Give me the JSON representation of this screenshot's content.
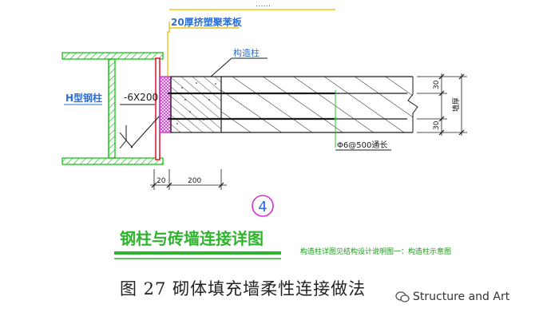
{
  "diagram": {
    "top_label_partial": "......",
    "insulation_label": "20厚挤塑聚苯板",
    "constructional_column_label": "构造柱",
    "h_steel_label": "H型钢柱",
    "plate_label": "-6X200",
    "rebar_label": "Φ6@500通长",
    "dim_gap": "20",
    "dim_width": "200",
    "dim_right_top": "30",
    "dim_right_bottom": "30",
    "dim_right_total": "墙厚",
    "detail_number": "4",
    "detail_title": "钢柱与砖墙连接详图",
    "detail_note": "构造柱详图见结构设计说明图一：构造柱示意图"
  },
  "caption": "图 27  砌体填充墙柔性连接做法",
  "watermark": "Structure and Art",
  "colors": {
    "steel": "#17c217",
    "plate": "#e0213a",
    "insulation": "#d23ad2",
    "line": "#1a1a1a",
    "title_text": "#2db52d",
    "note_text": "#1a9b1a",
    "label_blue": "#2e6fd6",
    "leader_yellow": "#e8c81a",
    "detail_circle": "#d92fd9",
    "detail_number": "#2a6be0"
  }
}
